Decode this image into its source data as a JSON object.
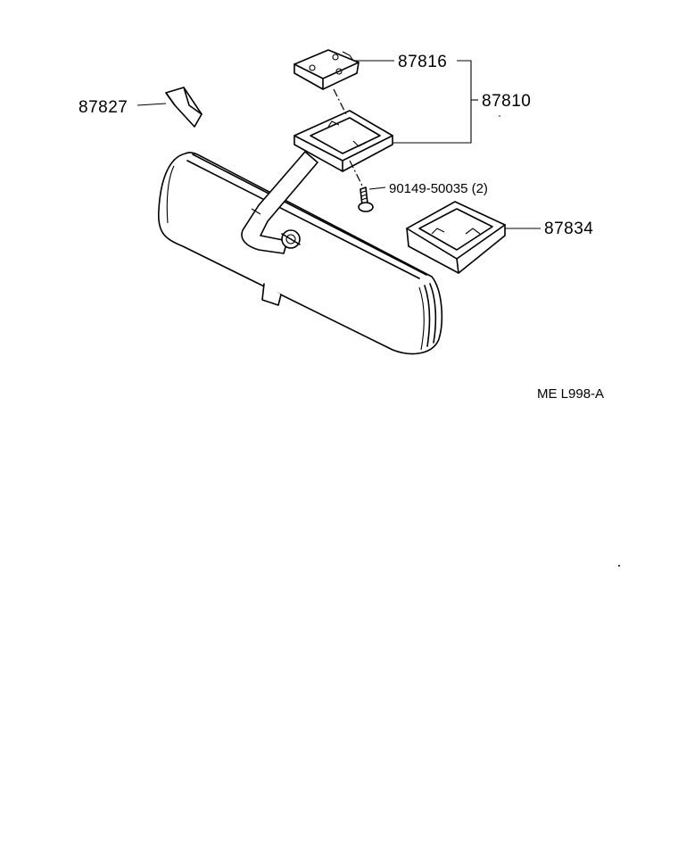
{
  "diagram": {
    "callouts": [
      {
        "id": "87816",
        "label": "87816"
      },
      {
        "id": "87810",
        "label": "87810"
      },
      {
        "id": "87827",
        "label": "87827"
      },
      {
        "id": "90149-50035",
        "label": "90149-50035 (2)"
      },
      {
        "id": "87834",
        "label": "87834"
      }
    ],
    "reference_code": "ME L998-A"
  }
}
